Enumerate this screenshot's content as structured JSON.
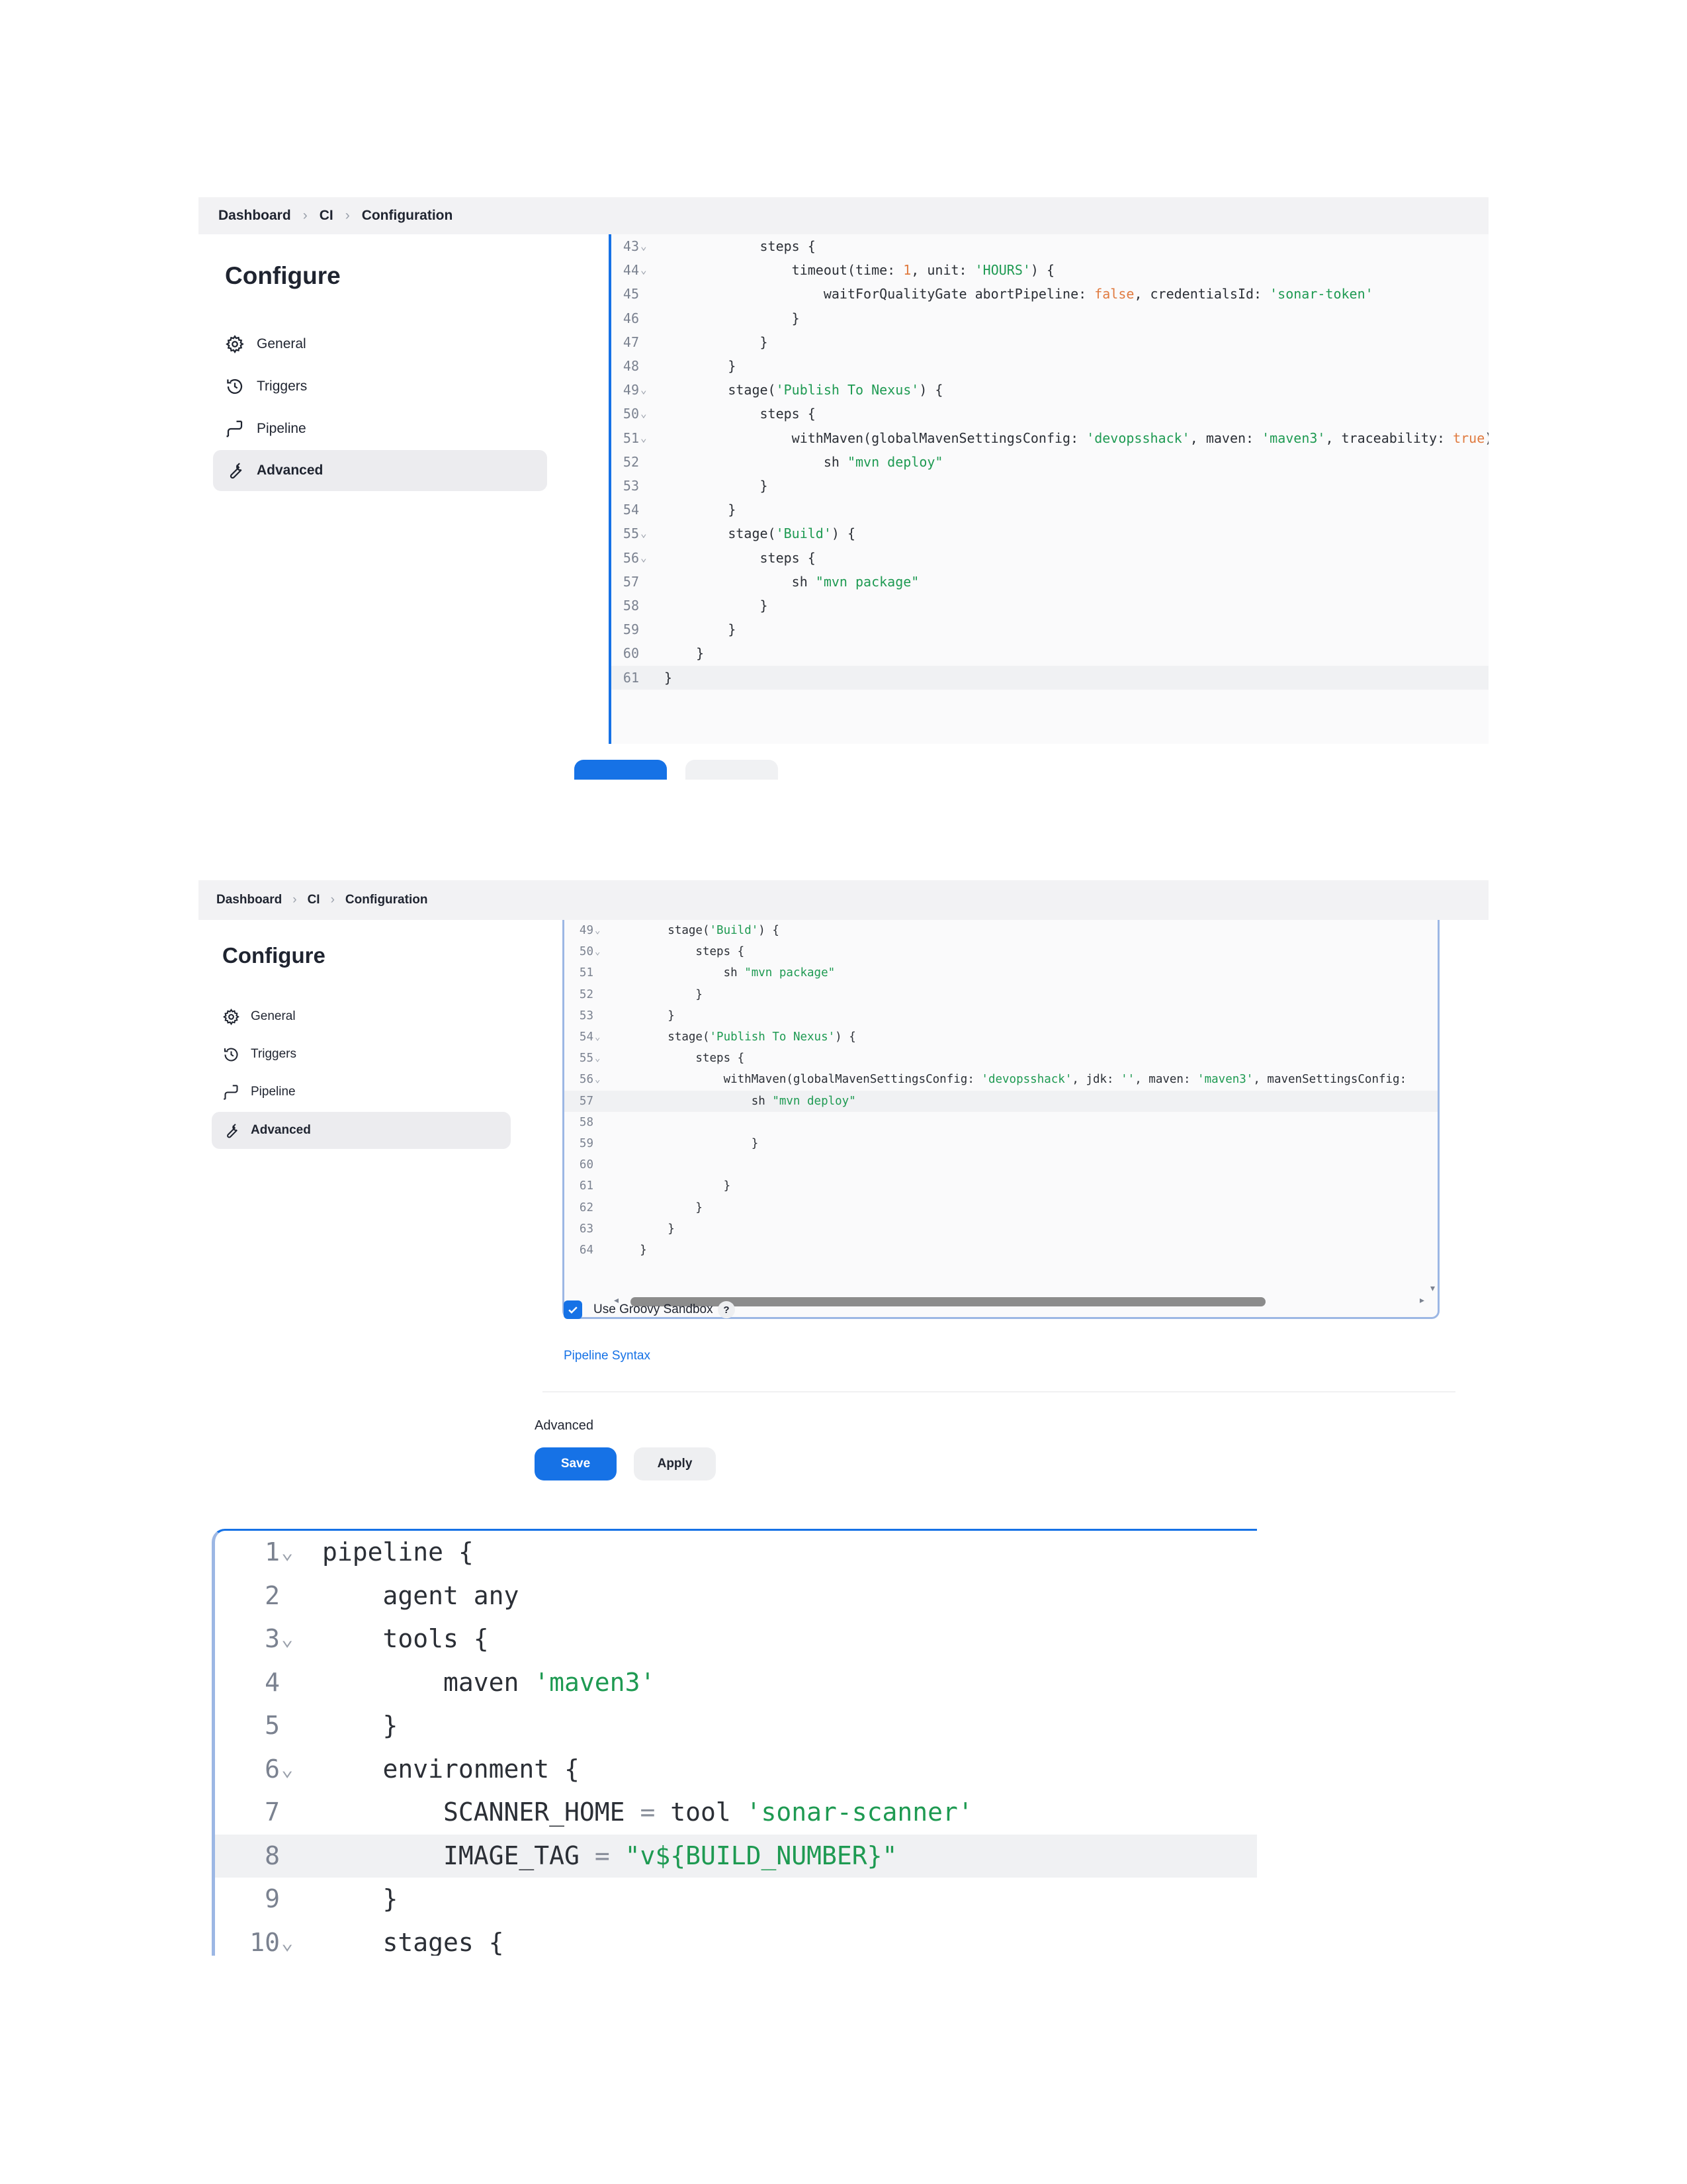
{
  "breadcrumb": {
    "items": [
      "Dashboard",
      "CI",
      "Configuration"
    ]
  },
  "sidebar": {
    "title": "Configure",
    "items": [
      {
        "label": "General",
        "icon": "gear-icon"
      },
      {
        "label": "Triggers",
        "icon": "clock-icon"
      },
      {
        "label": "Pipeline",
        "icon": "pipeline-icon"
      },
      {
        "label": "Advanced",
        "icon": "wrench-icon",
        "active": true
      }
    ]
  },
  "editor1": {
    "lines": [
      {
        "n": "43",
        "fold": true,
        "code": "            steps {"
      },
      {
        "n": "44",
        "fold": true,
        "code": "                timeout(time: 1, unit: 'HOURS') {"
      },
      {
        "n": "45",
        "fold": false,
        "code": "                    waitForQualityGate abortPipeline: false, credentialsId: 'sonar-token'"
      },
      {
        "n": "46",
        "fold": false,
        "code": "                }"
      },
      {
        "n": "47",
        "fold": false,
        "code": "            }"
      },
      {
        "n": "48",
        "fold": false,
        "code": "        }"
      },
      {
        "n": "49",
        "fold": true,
        "code": "        stage('Publish To Nexus') {"
      },
      {
        "n": "50",
        "fold": true,
        "code": "            steps {"
      },
      {
        "n": "51",
        "fold": true,
        "code": "                withMaven(globalMavenSettingsConfig: 'devopsshack', maven: 'maven3', traceability: true)"
      },
      {
        "n": "52",
        "fold": false,
        "code": "                    sh \"mvn deploy\""
      },
      {
        "n": "53",
        "fold": false,
        "code": "            }"
      },
      {
        "n": "54",
        "fold": false,
        "code": "        }"
      },
      {
        "n": "55",
        "fold": true,
        "code": "        stage('Build') {"
      },
      {
        "n": "56",
        "fold": true,
        "code": "            steps {"
      },
      {
        "n": "57",
        "fold": false,
        "code": "                sh \"mvn package\""
      },
      {
        "n": "58",
        "fold": false,
        "code": "            }"
      },
      {
        "n": "59",
        "fold": false,
        "code": "        }"
      },
      {
        "n": "60",
        "fold": false,
        "code": "    }"
      },
      {
        "n": "61",
        "fold": false,
        "code": "}",
        "highlight": true
      }
    ]
  },
  "editor2": {
    "lines": [
      {
        "n": "49",
        "fold": true,
        "code": "        stage('Build') {"
      },
      {
        "n": "50",
        "fold": true,
        "code": "            steps {"
      },
      {
        "n": "51",
        "fold": false,
        "code": "                sh \"mvn package\""
      },
      {
        "n": "52",
        "fold": false,
        "code": "            }"
      },
      {
        "n": "53",
        "fold": false,
        "code": "        }"
      },
      {
        "n": "54",
        "fold": true,
        "code": "        stage('Publish To Nexus') {"
      },
      {
        "n": "55",
        "fold": true,
        "code": "            steps {"
      },
      {
        "n": "56",
        "fold": true,
        "code": "                withMaven(globalMavenSettingsConfig: 'devopsshack', jdk: '', maven: 'maven3', mavenSettingsConfig:"
      },
      {
        "n": "57",
        "fold": false,
        "code": "                    sh \"mvn deploy\"",
        "highlight": true
      },
      {
        "n": "58",
        "fold": false,
        "code": ""
      },
      {
        "n": "59",
        "fold": false,
        "code": "                    }"
      },
      {
        "n": "60",
        "fold": false,
        "code": ""
      },
      {
        "n": "61",
        "fold": false,
        "code": "                }"
      },
      {
        "n": "62",
        "fold": false,
        "code": "            }"
      },
      {
        "n": "63",
        "fold": false,
        "code": "        }"
      },
      {
        "n": "64",
        "fold": false,
        "code": "    }"
      }
    ],
    "sandbox_label": "Use Groovy Sandbox",
    "help_label": "?",
    "syntax_link": "Pipeline Syntax",
    "advanced_label": "Advanced",
    "save_label": "Save",
    "apply_label": "Apply"
  },
  "editor3": {
    "lines": [
      {
        "n": "1",
        "fold": true,
        "code": "pipeline {"
      },
      {
        "n": "2",
        "fold": false,
        "code": "    agent any"
      },
      {
        "n": "3",
        "fold": true,
        "code": "    tools {"
      },
      {
        "n": "4",
        "fold": false,
        "code": "        maven 'maven3'"
      },
      {
        "n": "5",
        "fold": false,
        "code": "    }"
      },
      {
        "n": "6",
        "fold": true,
        "code": "    environment {"
      },
      {
        "n": "7",
        "fold": false,
        "code": "        SCANNER_HOME = tool 'sonar-scanner'"
      },
      {
        "n": "8",
        "fold": false,
        "code": "        IMAGE_TAG = \"v${BUILD_NUMBER}\"",
        "highlight": true
      },
      {
        "n": "9",
        "fold": false,
        "code": "    }"
      },
      {
        "n": "10",
        "fold": true,
        "code": "    stages {"
      }
    ]
  },
  "colors": {
    "accent": "#1672e6",
    "string": "#1e9a52",
    "keyword": "#e07a3f",
    "linenumber": "#7b8290"
  }
}
